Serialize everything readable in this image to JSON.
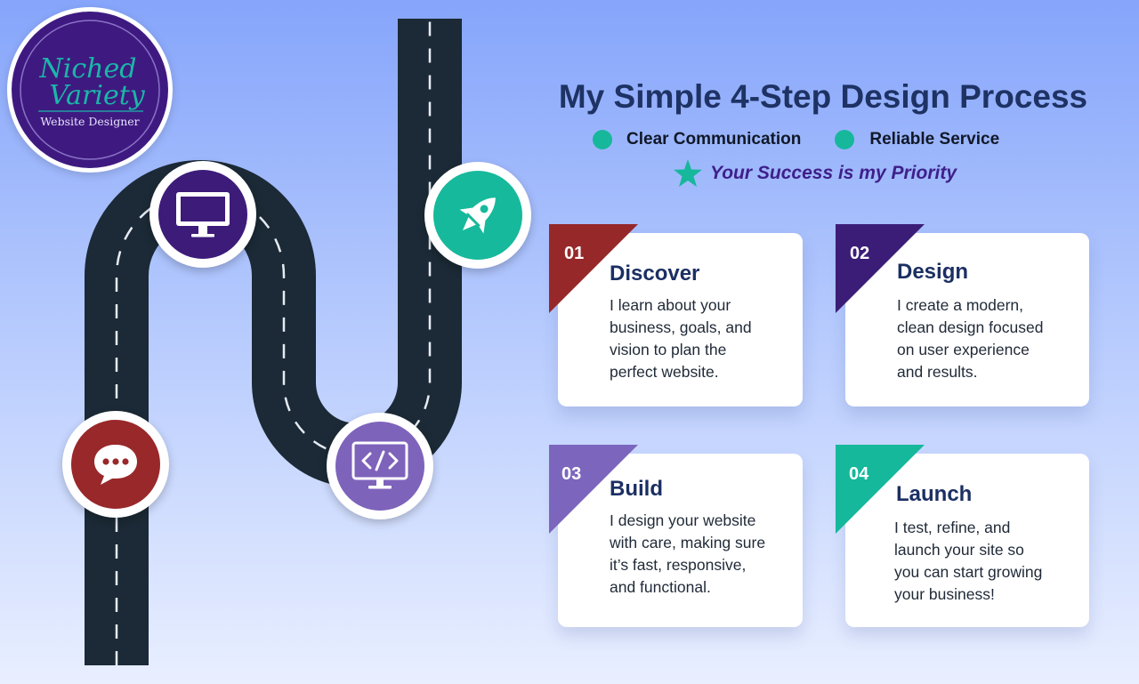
{
  "logo": {
    "line1": "Niched",
    "line2": "Variety",
    "line3": "Website Designer"
  },
  "heading": "My Simple 4-Step Design Process",
  "bullets": [
    {
      "label": "Clear Communication",
      "icon": "teal-dot-icon"
    },
    {
      "label": "Reliable Service",
      "icon": "teal-dot-icon"
    }
  ],
  "priority": {
    "label": "Your Success is my Priority",
    "icon": "star-icon"
  },
  "road_nodes": [
    {
      "icon": "chat-bubble-icon",
      "color": "#98282a"
    },
    {
      "icon": "monitor-icon",
      "color": "#3d1b79"
    },
    {
      "icon": "code-monitor-icon",
      "color": "#7e63bb"
    },
    {
      "icon": "rocket-icon",
      "color": "#16b99b"
    }
  ],
  "steps": [
    {
      "num": "01",
      "title": "Discover",
      "color": "#962829",
      "lines": [
        "I learn about your",
        "business, goals, and",
        "vision to plan the",
        "perfect website."
      ]
    },
    {
      "num": "02",
      "title": "Design",
      "color": "#3b1d77",
      "lines": [
        "I create a modern,",
        "clean design focused",
        "on user experience",
        "and results."
      ]
    },
    {
      "num": "03",
      "title": "Build",
      "color": "#7c66bd",
      "lines": [
        "I design your website",
        "with care, making sure",
        "it’s fast, responsive,",
        "and functional."
      ]
    },
    {
      "num": "04",
      "title": "Launch",
      "color": "#15b89b",
      "lines": [
        "I test, refine, and",
        "launch your site so",
        "you can start growing",
        "your business!"
      ]
    }
  ]
}
